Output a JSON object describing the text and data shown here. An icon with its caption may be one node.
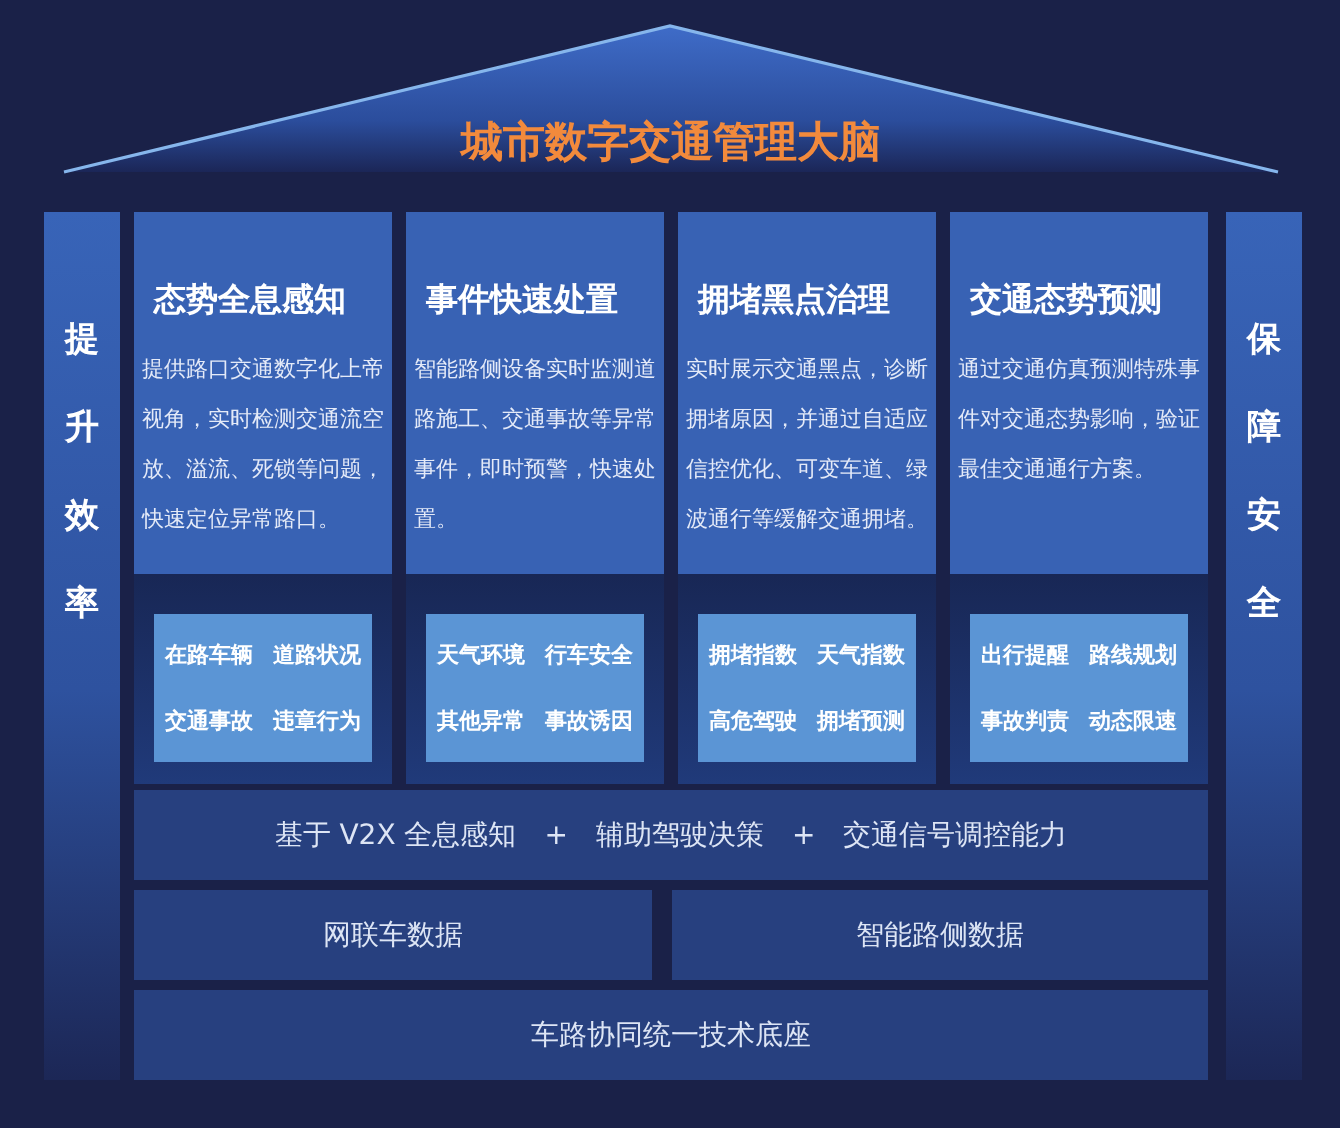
{
  "diagram": {
    "nodes": [
      {
        "text": [
          "城市数字交通管理大脑"
        ]
      },
      {
        "text": [
          "提升效率"
        ]
      },
      {
        "text": [
          "态势全息感知",
          "提供路口交通数字化上帝视角，实时检测交通流空放、溢流、死锁等问题，快速定位异常路口。"
        ]
      },
      {
        "text": [
          "在路车辆",
          "道路状况",
          "交通事故",
          "违章行为"
        ],
        "in": 2
      },
      {
        "text": [
          "事件快速处置",
          "智能路侧设备实时监测道路施工、交通事故等异常事件，即时预警，快速处置。"
        ]
      },
      {
        "text": [
          "天气环境",
          "行车安全",
          "其他异常",
          "事故诱因"
        ],
        "in": 4
      },
      {
        "text": [
          "拥堵黑点治理",
          "实时展示交通黑点，诊断拥堵原因，并通过自适应信控优化、可变车道、绿波通行等缓解交通拥堵。"
        ]
      },
      {
        "text": [
          "拥堵指数",
          "天气指数",
          "高危驾驶",
          "拥堵预测"
        ],
        "in": 6
      },
      {
        "text": [
          "交通态势预测",
          "通过交通仿真预测特殊事件对交通态势影响，验证最佳交通通行方案。"
        ]
      },
      {
        "text": [
          "出行提醒",
          "路线规划",
          "事故判责",
          "动态限速"
        ],
        "in": 8
      },
      {
        "text": [
          "保障安全"
        ]
      },
      {
        "text": [
          "基于 V2X 全息感知",
          "+",
          "辅助驾驶决策",
          "+",
          "交通信号调控能力"
        ]
      },
      {
        "text": [
          "网联车数据"
        ]
      },
      {
        "text": [
          "智能路侧数据"
        ]
      },
      {
        "text": [
          "车路协同统一技术底座"
        ]
      }
    ]
  }
}
